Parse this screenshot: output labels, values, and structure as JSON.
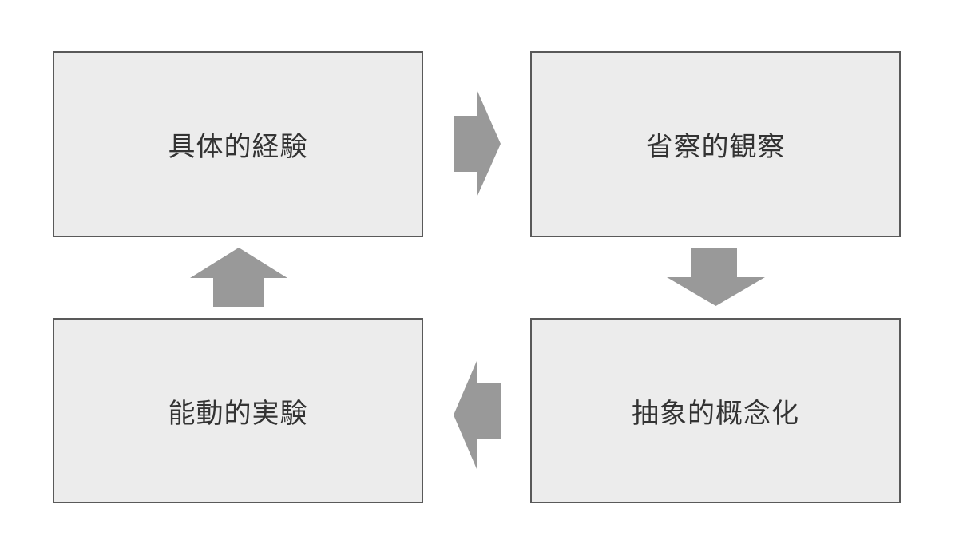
{
  "diagram": {
    "nodes": [
      {
        "id": "concrete-experience",
        "label": "具体的経験"
      },
      {
        "id": "reflective-observation",
        "label": "省察的観察"
      },
      {
        "id": "abstract-conceptualization",
        "label": "抽象的概念化"
      },
      {
        "id": "active-experimentation",
        "label": "能動的実験"
      }
    ],
    "arrows": [
      {
        "id": "arrow-right",
        "from": "concrete-experience",
        "to": "reflective-observation",
        "direction": "right"
      },
      {
        "id": "arrow-down",
        "from": "reflective-observation",
        "to": "abstract-conceptualization",
        "direction": "down"
      },
      {
        "id": "arrow-left",
        "from": "abstract-conceptualization",
        "to": "active-experimentation",
        "direction": "left"
      },
      {
        "id": "arrow-up",
        "from": "active-experimentation",
        "to": "concrete-experience",
        "direction": "up"
      }
    ]
  },
  "colors": {
    "background": "#ffffff",
    "box_fill": "#ececec",
    "box_border": "#595959",
    "arrow": "#999999",
    "text": "#333333"
  }
}
